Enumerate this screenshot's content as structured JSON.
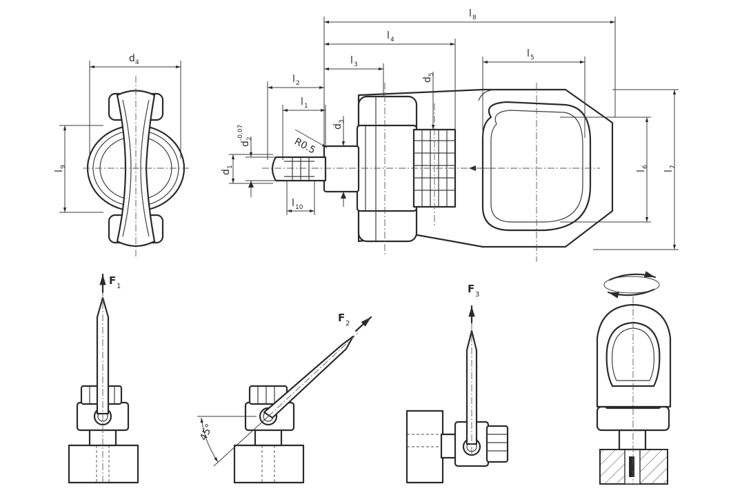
{
  "labels": {
    "d4": {
      "main": "d",
      "sub": "4"
    },
    "l9": {
      "main": "l",
      "sub": "9"
    },
    "l8": {
      "main": "l",
      "sub": "8"
    },
    "l4": {
      "main": "l",
      "sub": "4"
    },
    "l3": {
      "main": "l",
      "sub": "3"
    },
    "l5": {
      "main": "l",
      "sub": "5"
    },
    "l2": {
      "main": "l",
      "sub": "2"
    },
    "l1": {
      "main": "l",
      "sub": "1"
    },
    "d5": {
      "main": "d",
      "sub": "5"
    },
    "d3": {
      "main": "d",
      "sub": "3"
    },
    "d2": {
      "main": "d",
      "sub": "2",
      "tol": "-0.07"
    },
    "d1": {
      "main": "d",
      "sub": "1"
    },
    "l10": {
      "main": "l",
      "sub": "10"
    },
    "l6": {
      "main": "l",
      "sub": "6"
    },
    "l7": {
      "main": "l",
      "sub": "7"
    },
    "radius": "R0.5",
    "angle": "45°"
  },
  "forces": {
    "f1": {
      "main": "F",
      "sub": "1"
    },
    "f2": {
      "main": "F",
      "sub": "2"
    },
    "f3": {
      "main": "F",
      "sub": "3"
    }
  }
}
